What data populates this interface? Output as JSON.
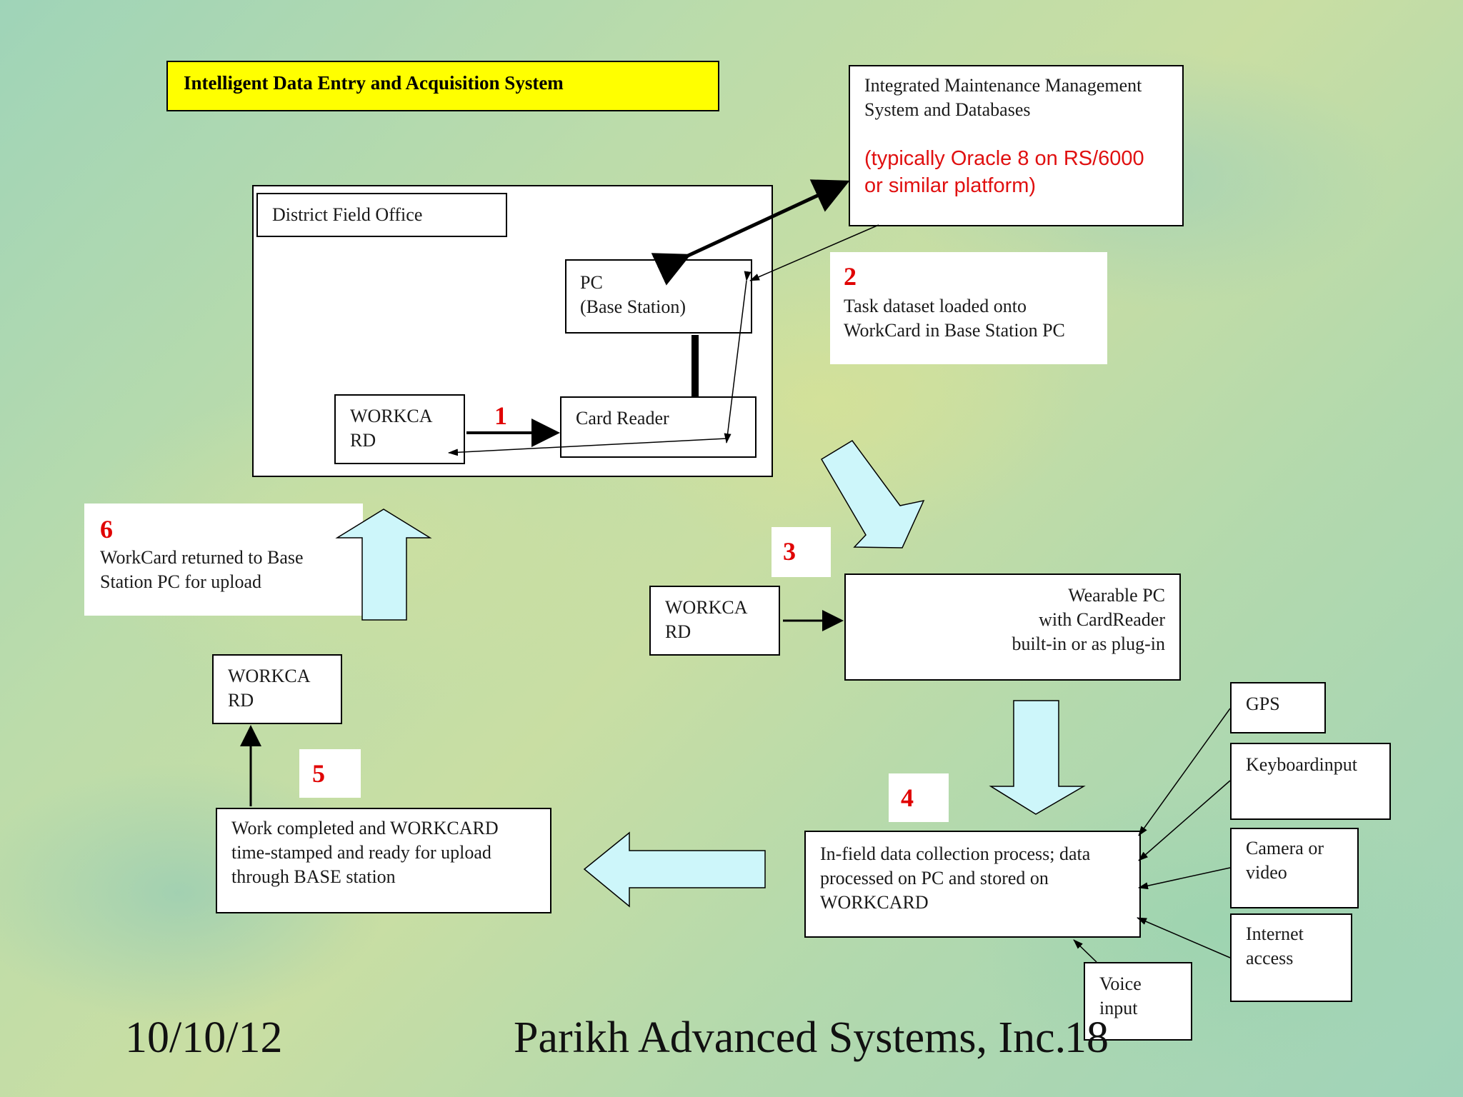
{
  "title": "Intelligent Data Entry and Acquisition System",
  "imms": {
    "label": "Integrated Maintenance Management\nSystem and Databases",
    "note": "(typically Oracle 8 on RS/6000\nor similar platform)"
  },
  "district_office": {
    "label": "District Field Office"
  },
  "pc_base": {
    "label": "PC\n(Base Station)"
  },
  "card_reader": {
    "label": "Card Reader"
  },
  "workcard": {
    "label": "WORKCA\nRD"
  },
  "wearable_pc": {
    "label": "Wearable PC\nwith CardReader\nbuilt-in or as plug-in"
  },
  "infield": {
    "label": "In-field data collection process; data\nprocessed on PC and stored on\nWORKCARD"
  },
  "completed": {
    "label": "Work completed and WORKCARD\ntime-stamped and ready for upload\nthrough BASE station"
  },
  "inputs": {
    "gps": "GPS",
    "keyboard": "Keyboardinput",
    "camera": "Camera or\nvideo",
    "internet": "Internet\naccess",
    "voice": "Voice\ninput"
  },
  "steps": {
    "s1": {
      "num": "1"
    },
    "s2": {
      "num": "2",
      "text": "Task dataset loaded onto\nWorkCard in Base Station PC"
    },
    "s3": {
      "num": "3"
    },
    "s4": {
      "num": "4"
    },
    "s5": {
      "num": "5"
    },
    "s6": {
      "num": "6",
      "text": "WorkCard returned to Base\nStation PC for upload"
    }
  },
  "footer": {
    "date": "10/10/12",
    "company": "Parikh Advanced Systems, Inc.",
    "page": "18"
  },
  "colors": {
    "accent_red": "#e00000",
    "title_yellow": "#ffff00",
    "arrow_fill": "#cdf6fa"
  }
}
